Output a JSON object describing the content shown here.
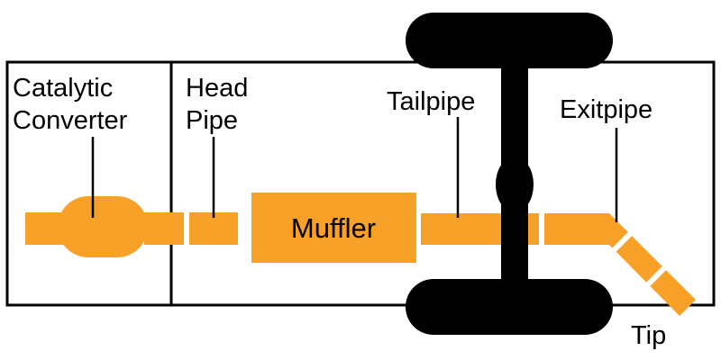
{
  "diagram": {
    "title_hint": "Vehicle exhaust system schematic (top view with rear axle and tires)",
    "labels": {
      "catalytic_converter_line1": "Catalytic",
      "catalytic_converter_line2": "Converter",
      "head_pipe_line1": "Head",
      "head_pipe_line2": "Pipe",
      "muffler": "Muffler",
      "tailpipe": "Tailpipe",
      "exitpipe": "Exitpipe",
      "tip": "Tip"
    },
    "colors": {
      "pipe_orange": "#F7A128",
      "ink_black": "#000000",
      "background": "#FFFFFF"
    }
  }
}
